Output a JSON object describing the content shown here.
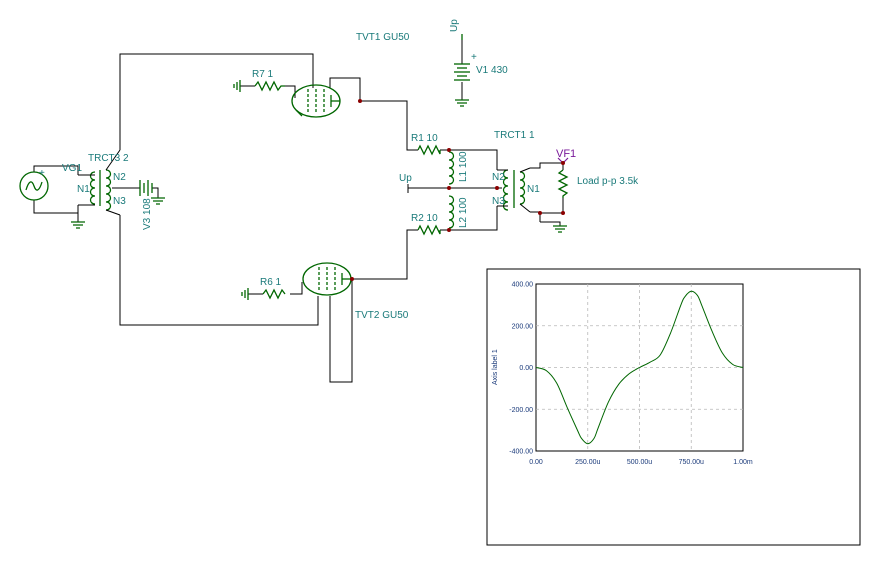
{
  "schematic": {
    "labels": {
      "tvt1": "TVT1 GU50",
      "tvt2": "TVT2 GU50",
      "r7": "R7 1",
      "r6": "R6 1",
      "r1": "R1 10",
      "r2": "R2 10",
      "l1": "L1 100",
      "l2": "L2 100",
      "trct3": "TRCT3 2",
      "trct1": "TRCT1 1",
      "vg1": "VG1",
      "v3": "V3 108",
      "v1": "V1 430",
      "up_top": "Up",
      "up_mid": "Up",
      "vf1": "VF1",
      "load": "Load p-p 3.5k",
      "n1_left": "N1",
      "n2_left": "N2",
      "n3_left": "N3",
      "n1_right": "N1",
      "n2_right": "N2",
      "n3_right": "N3",
      "plus_v1": "+",
      "plus_vg": "+",
      "dot_marks": "•"
    },
    "colors": {
      "wire": "#000000",
      "component": "#006600",
      "label": "#1a7a7a",
      "probe": "#7a1a9a",
      "node": "#8b0000",
      "trace": "#006600"
    }
  },
  "chart_data": {
    "type": "line",
    "title": "",
    "xlabel": "",
    "ylabel": "Axis label 1",
    "xlim": [
      0,
      0.001
    ],
    "ylim": [
      -400,
      400
    ],
    "x_ticks": [
      "0.00",
      "250.00u",
      "500.00u",
      "750.00u",
      "1.00m"
    ],
    "y_ticks": [
      "400.00",
      "200.00",
      "0.00",
      "-200.00",
      "-400.00"
    ],
    "grid": true,
    "series": [
      {
        "color": "#006600",
        "x": [
          0,
          5e-05,
          0.0001,
          0.00015,
          0.0002,
          0.00022,
          0.00025,
          0.00028,
          0.0003,
          0.00035,
          0.0004,
          0.00045,
          0.0005,
          0.00055,
          0.0006,
          0.00065,
          0.0007,
          0.00072,
          0.00075,
          0.00078,
          0.0008,
          0.00085,
          0.0009,
          0.00095,
          0.001
        ],
        "y": [
          0,
          -15,
          -75,
          -190,
          -300,
          -340,
          -365,
          -340,
          -290,
          -165,
          -80,
          -30,
          0,
          25,
          60,
          165,
          300,
          340,
          365,
          345,
          300,
          175,
          70,
          15,
          0
        ]
      }
    ]
  }
}
